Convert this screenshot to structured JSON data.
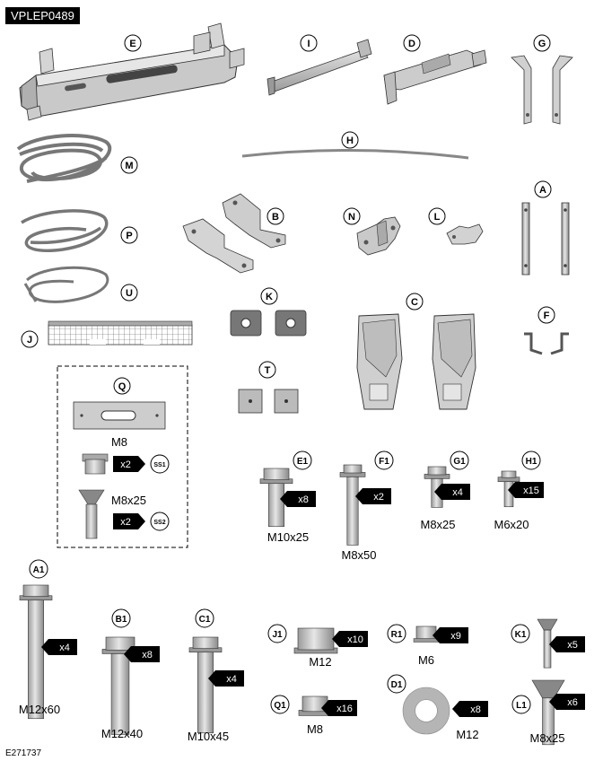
{
  "diagram_code": "VPLEP0489",
  "figure_number": "E271737",
  "parts": {
    "E": "E",
    "I": "I",
    "D": "D",
    "G": "G",
    "M": "M",
    "H": "H",
    "B": "B",
    "N": "N",
    "L": "L",
    "A": "A",
    "P": "P",
    "U": "U",
    "K": "K",
    "C": "C",
    "J": "J",
    "F": "F",
    "T": "T",
    "Q": "Q"
  },
  "kit_q": {
    "plate_size": "M8",
    "nut_qty": "x2",
    "nut_ref": "SS1",
    "screw_size": "M8x25",
    "screw_qty": "x2",
    "screw_ref": "SS2"
  },
  "fasteners": [
    {
      "id": "E1",
      "size": "M10x25",
      "qty": "x8"
    },
    {
      "id": "F1",
      "size": "M8x50",
      "qty": "x2"
    },
    {
      "id": "G1",
      "size": "M8x25",
      "qty": "x4"
    },
    {
      "id": "H1",
      "size": "M6x20",
      "qty": "x15"
    },
    {
      "id": "A1",
      "size": "M12x60",
      "qty": "x4"
    },
    {
      "id": "B1",
      "size": "M12x40",
      "qty": "x8"
    },
    {
      "id": "C1",
      "size": "M10x45",
      "qty": "x4"
    },
    {
      "id": "J1",
      "size": "M12",
      "qty": "x10"
    },
    {
      "id": "R1",
      "size": "M6",
      "qty": "x9"
    },
    {
      "id": "K1",
      "size": "",
      "qty": "x5"
    },
    {
      "id": "Q1",
      "size": "M8",
      "qty": "x16"
    },
    {
      "id": "D1",
      "size": "M12",
      "qty": "x8"
    },
    {
      "id": "L1",
      "size": "M8x25",
      "qty": "x6"
    }
  ]
}
